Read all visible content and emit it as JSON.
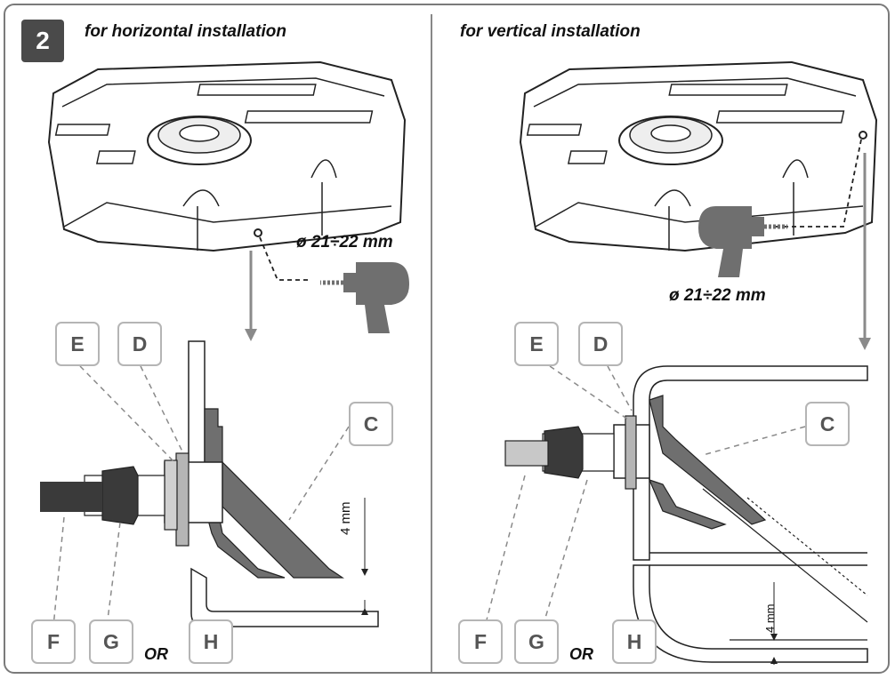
{
  "step_number": "2",
  "left": {
    "title": "for horizontal installation",
    "diameter": "ø 21÷22 mm",
    "wall_thickness": "4 mm",
    "labels": {
      "e": "E",
      "d": "D",
      "c": "C",
      "f": "F",
      "g": "G",
      "h": "H"
    },
    "or_text": "OR"
  },
  "right": {
    "title": "for vertical installation",
    "diameter": "ø 21÷22 mm",
    "wall_thickness": "4 mm",
    "labels": {
      "e": "E",
      "d": "D",
      "c": "C",
      "f": "F",
      "g": "G",
      "h": "H"
    },
    "or_text": "OR"
  },
  "colors": {
    "fitting_grey": "#6f6f6f",
    "dark_nut": "#3a3a3a",
    "label_border": "#b5b5b5",
    "frame": "#7a7a7a"
  },
  "icons": [
    "water-tank-illustration",
    "drill-icon"
  ]
}
